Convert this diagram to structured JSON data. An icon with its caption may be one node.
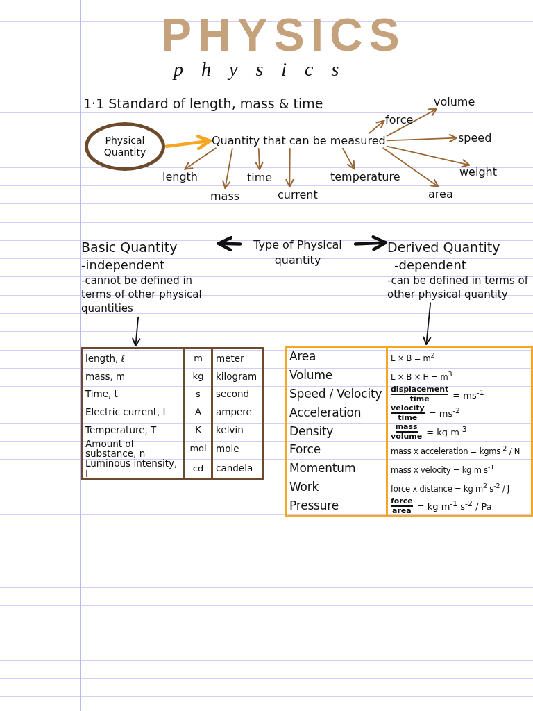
{
  "diagram": {
    "title": "PHYSICS",
    "nodes": [
      {
        "text": [
          "Physical Quantity"
        ]
      },
      {
        "text": [
          "Quantity that can be measured"
        ]
      },
      {
        "text": [
          "force"
        ]
      },
      {
        "text": [
          "volume"
        ]
      },
      {
        "text": [
          "speed"
        ]
      },
      {
        "text": [
          "weight"
        ]
      },
      {
        "text": [
          "area"
        ]
      },
      {
        "text": [
          "temperature"
        ]
      },
      {
        "text": [
          "current"
        ]
      },
      {
        "text": [
          "time"
        ]
      },
      {
        "text": [
          "mass"
        ]
      },
      {
        "text": [
          "length"
        ]
      },
      {
        "text": [
          "Type of Physical quantity"
        ]
      },
      {
        "text": [
          "Basic Quantity",
          "-independent",
          "-cannot be defined in terms of other physical quantities"
        ]
      },
      {
        "text": [
          "Derived Quantity",
          "-dependent",
          "-can be defined in terms of other physical quantity"
        ]
      },
      {
        "text": [],
        "shape": "box"
      },
      {
        "text": [],
        "shape": "box"
      }
    ],
    "edges": [
      {
        "from": 0,
        "to": 1,
        "arrow": "to",
        "style": "thick",
        "color": "#f5a623"
      },
      {
        "from": 1,
        "to": 11,
        "arrow": "to"
      },
      {
        "from": 1,
        "to": 10,
        "arrow": "to"
      },
      {
        "from": 1,
        "to": 9,
        "arrow": "to"
      },
      {
        "from": 1,
        "to": 8,
        "arrow": "to"
      },
      {
        "from": 1,
        "to": 7,
        "arrow": "to"
      },
      {
        "from": 1,
        "to": 2,
        "arrow": "to"
      },
      {
        "from": 1,
        "to": 3,
        "arrow": "to"
      },
      {
        "from": 1,
        "to": 4,
        "arrow": "to"
      },
      {
        "from": 1,
        "to": 5,
        "arrow": "to"
      },
      {
        "from": 1,
        "to": 6,
        "arrow": "to"
      },
      {
        "from": 12,
        "to": 13,
        "arrow": "to",
        "style": "thick",
        "color": "#111111"
      },
      {
        "from": 12,
        "to": 14,
        "arrow": "to",
        "style": "thick",
        "color": "#111111"
      },
      {
        "from": 13,
        "to": 15,
        "arrow": "to",
        "color": "#111111"
      },
      {
        "from": 14,
        "to": 16,
        "arrow": "to",
        "color": "#111111"
      }
    ],
    "labels": [
      "physics",
      "1·1 Standard of length, mass & time",
      "length, ℓ",
      "m",
      "meter",
      "mass, m",
      "kg",
      "kilogram",
      "Time, t",
      "s",
      "second",
      "Electric current, I",
      "A",
      "ampere",
      "Temperature, T",
      "K",
      "kelvin",
      "Amount of substance, n",
      "mol",
      "mole",
      "Luminous intensity, I",
      "cd",
      "candela",
      "Area",
      "L × B = m$^{2}$",
      "Volume",
      "L × B × H = m$^{3}$",
      "Speed / Velocity",
      "displacement",
      "time",
      "= ms$^{-1}$",
      "Acceleration",
      "velocity",
      "time",
      "= ms$^{-2}$",
      "Density",
      "mass",
      "volume",
      "= kg m$^{-3}$",
      "Force",
      "mass x acceleration = kgms$^{-2}$ / N",
      "Momentum",
      "mass x velocity = kg m s$^{-1}$",
      "Work",
      "force x distance = kg m$^{2}$ s$^{-2}$ / J",
      "Pressure",
      "force",
      "area",
      "= kg m$^{-1}$ s$^{-2}$ / Pa"
    ]
  }
}
